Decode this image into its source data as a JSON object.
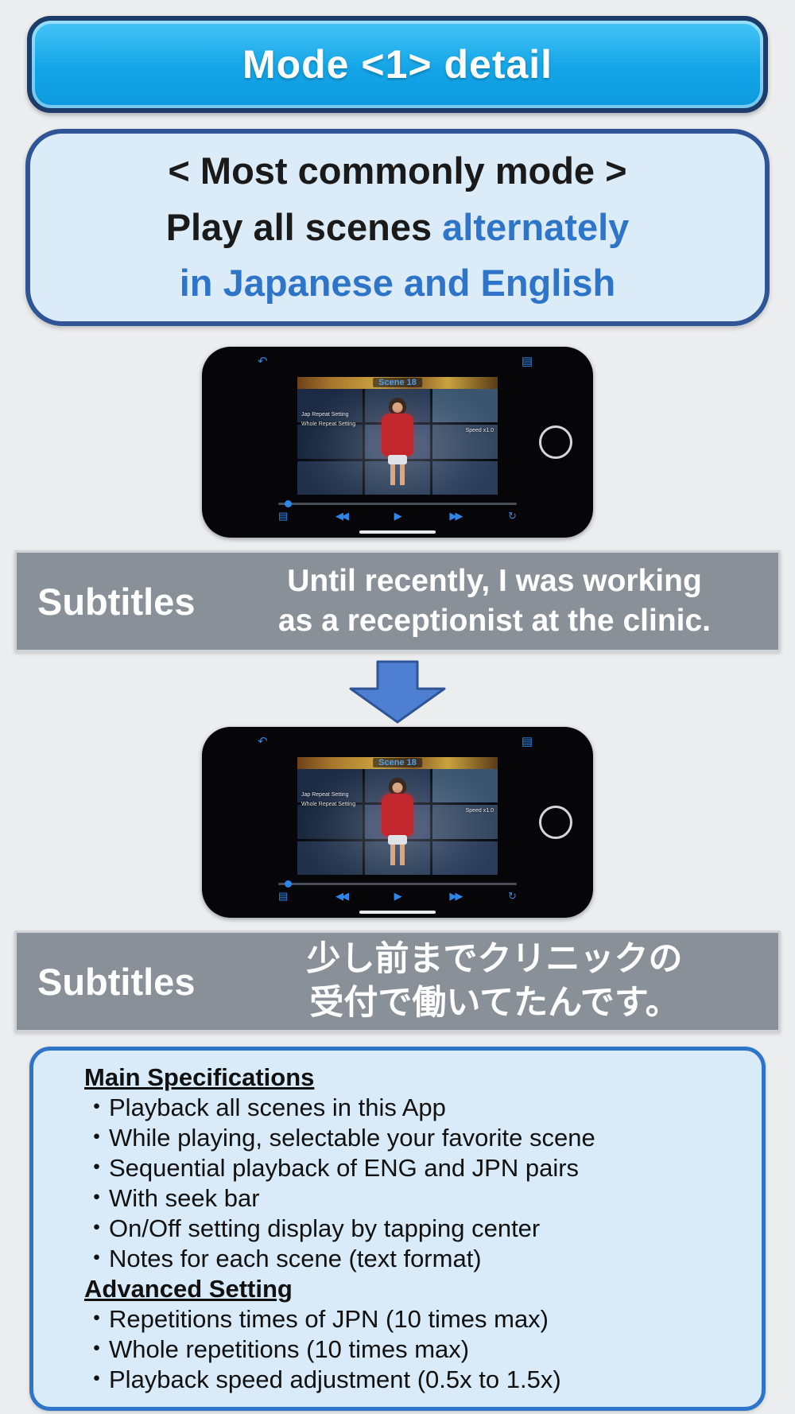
{
  "colors": {
    "banner_fill": "#14a5e8",
    "banner_border": "#1c3c69",
    "intro_border": "#2f5597",
    "intro_fill": "#dcebf8",
    "accent_blue": "#2e74c8",
    "subtitle_bar_bg": "#8a9098",
    "arrow_fill": "#4e7fd0",
    "player_icon_blue": "#2f86e8",
    "sweater_red": "#c1272d"
  },
  "banner": {
    "title": "Mode <1> detail"
  },
  "intro": {
    "line1": "< Most commonly mode >",
    "line2_black": "Play all scenes",
    "line2_blue": "alternately",
    "line3": "in Japanese and English"
  },
  "player": {
    "scene_label": "Scene 18",
    "setting_line1": "Jap Repeat Setting",
    "setting_line2": "Whole Repeat Setting",
    "speed_label": "Speed x1.0",
    "back_icon": "↶",
    "grid_icon": "▤",
    "list_icon": "▤",
    "rewind_icon": "◀◀",
    "play_icon": "▶",
    "forward_icon": "▶▶",
    "repeat_icon": "↻"
  },
  "subtitles_en": {
    "label": "Subtitles",
    "line1": "Until recently, I was working",
    "line2": "as a receptionist at the clinic."
  },
  "subtitles_jp": {
    "label": "Subtitles",
    "line1": "少し前までクリニックの",
    "line2": "受付で働いてたんです。"
  },
  "specs": {
    "heading1": "Main Specifications",
    "items1": [
      "・Playback all scenes in this App",
      "・While playing, selectable your favorite scene",
      "・Sequential playback of ENG and JPN pairs",
      "・With seek bar",
      "・On/Off setting display by tapping center",
      "・Notes for each scene (text format)"
    ],
    "heading2": "Advanced Setting",
    "items2": [
      "・Repetitions times of JPN (10 times max)",
      "・Whole repetitions (10 times max)",
      "・Playback speed adjustment (0.5x to 1.5x)"
    ]
  }
}
